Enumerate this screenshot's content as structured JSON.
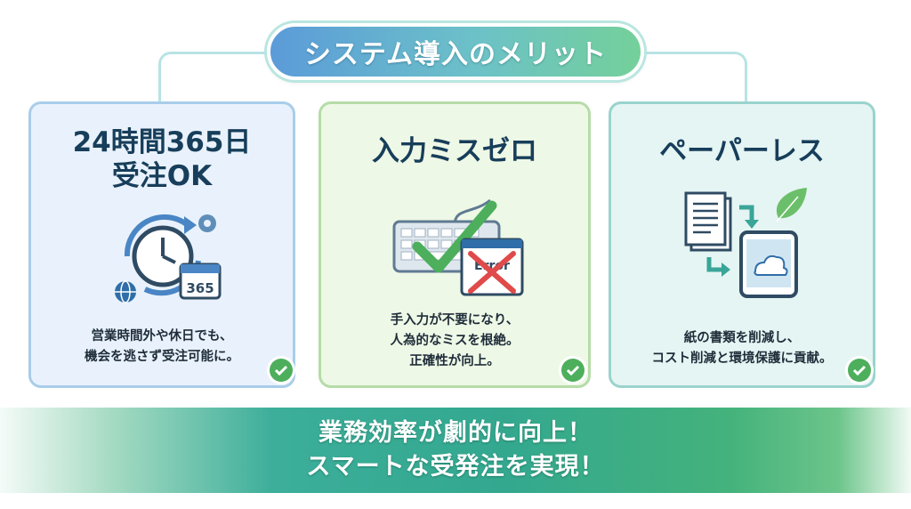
{
  "header": {
    "title": "システム導入のメリット"
  },
  "cards": [
    {
      "title_lines": [
        "24時間365日",
        "受注OK"
      ],
      "icon": "clock-calendar-icon",
      "calendar_text": "365",
      "desc_lines": [
        "営業時間外や休日でも、",
        "機会を逃さず受注可能に。"
      ]
    },
    {
      "title_lines": [
        "入力ミスゼロ"
      ],
      "icon": "keyboard-check-icon",
      "error_text": "Error",
      "desc_lines": [
        "手入力が不要になり、",
        "人為的なミスを根絶。",
        "正確性が向上。"
      ]
    },
    {
      "title_lines": [
        "ペーパーレス"
      ],
      "icon": "paper-to-tablet-icon",
      "desc_lines": [
        "紙の書類を削減し、",
        "コスト削減と環境保護に貢献。"
      ]
    }
  ],
  "banner": {
    "lines": [
      "業務効率が劇的に向上！",
      "スマートな受発注を実現！"
    ]
  },
  "colors": {
    "accent_blue": "#5b9bd9",
    "accent_green": "#4daf5c",
    "check_green": "#4daf5c",
    "error_red": "#e04a4a",
    "title_text": "#173e5a"
  }
}
